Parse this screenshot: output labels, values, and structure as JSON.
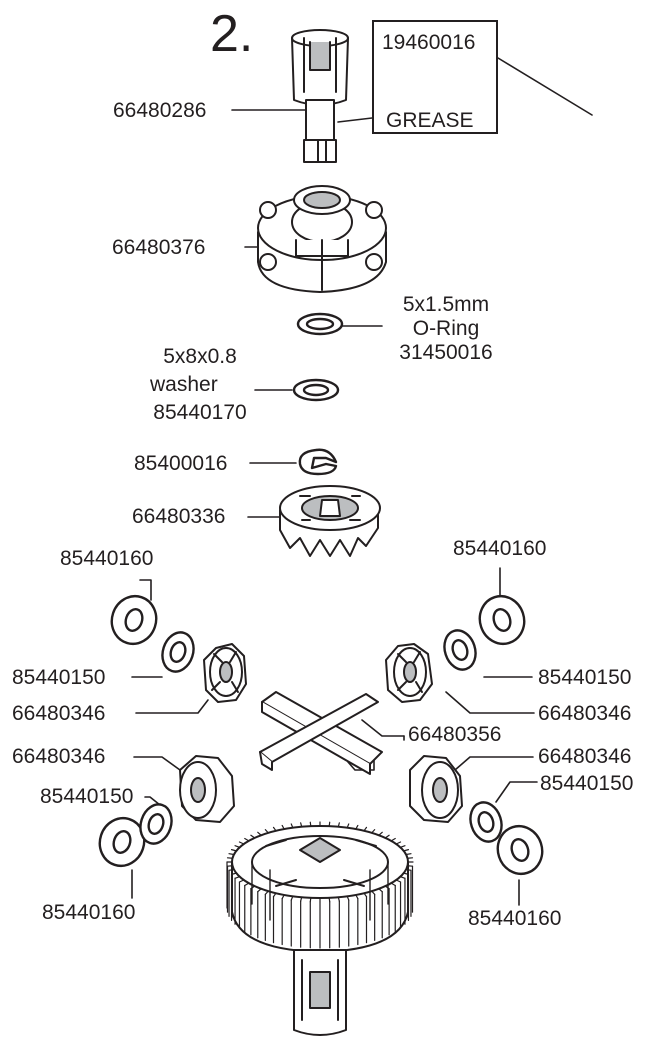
{
  "step": "2.",
  "grease": {
    "part": "19460016",
    "label": "GREASE"
  },
  "parts": {
    "outdrive_top": "66480286",
    "case_cap": "66480376",
    "oring_size": "5x1.5mm",
    "oring_name": "O-Ring",
    "oring_part": "31450016",
    "washer_size": "5x8x0.8",
    "washer_name": "washer",
    "washer_part": "85440170",
    "eclip": "85400016",
    "crown_gear": "66480336",
    "shim_large_tl": "85440160",
    "shim_large_tr": "85440160",
    "shim_small_l": "85440150",
    "shim_small_r": "85440150",
    "gear_tl": "66480346",
    "gear_tr": "66480346",
    "cross_pin": "66480356",
    "gear_bl": "66480346",
    "gear_br": "66480346",
    "shim_small_bl": "85440150",
    "shim_small_br": "85440150",
    "shim_large_bl": "85440160",
    "shim_large_br": "85440160"
  },
  "colors": {
    "ink": "#231f20",
    "paper": "#ffffff",
    "shade": "#bcbec0"
  }
}
